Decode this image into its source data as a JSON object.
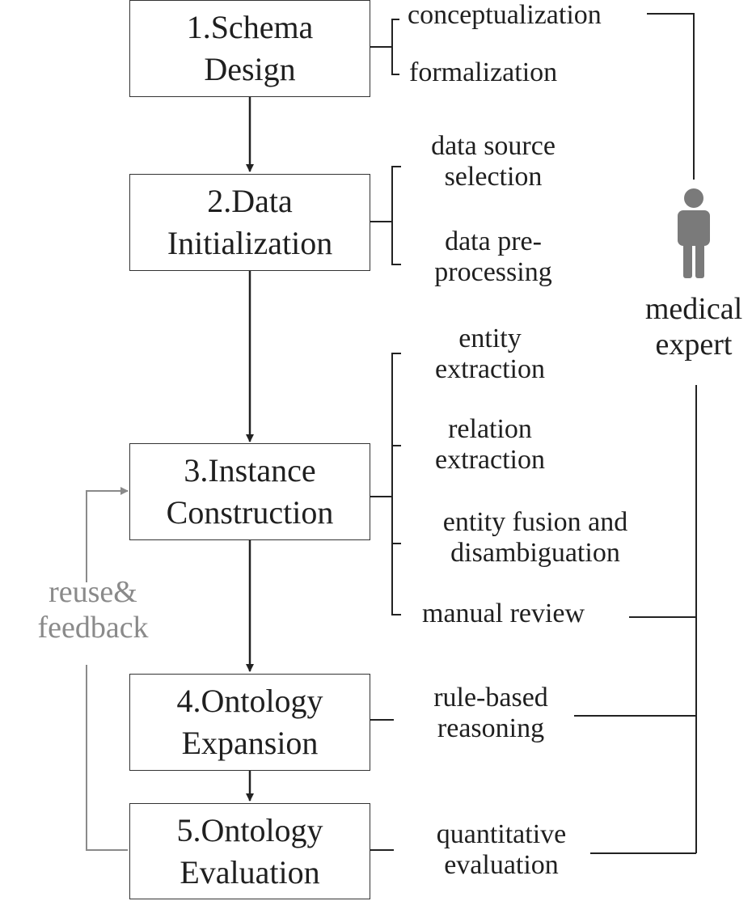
{
  "steps": [
    {
      "line1": "1.Schema",
      "line2": "Design"
    },
    {
      "line1": "2.Data",
      "line2": "Initialization"
    },
    {
      "line1": "3.Instance",
      "line2": "Construction"
    },
    {
      "line1": "4.Ontology",
      "line2": "Expansion"
    },
    {
      "line1": "5.Ontology",
      "line2": "Evaluation"
    }
  ],
  "substeps": {
    "schema": [
      "conceptualization",
      "formalization"
    ],
    "data": [
      {
        "line1": "data source",
        "line2": "selection"
      },
      {
        "line1": "data pre-",
        "line2": "processing"
      }
    ],
    "instance": [
      {
        "line1": "entity",
        "line2": "extraction"
      },
      {
        "line1": "relation",
        "line2": "extraction"
      },
      {
        "line1": "entity fusion and",
        "line2": "disambiguation"
      },
      {
        "line1": "manual review",
        "line2": ""
      }
    ],
    "expansion": {
      "line1": "rule-based",
      "line2": "reasoning"
    },
    "evaluation": {
      "line1": "quantitative",
      "line2": "evaluation"
    }
  },
  "expert": {
    "line1": "medical",
    "line2": "expert",
    "icon": "person-icon"
  },
  "feedback": {
    "line1": "reuse&",
    "line2": "feedback"
  },
  "colors": {
    "ink": "#1f1f1f",
    "line": "#333333",
    "gray": "#8a8a8a",
    "figure": "#7a7a7a"
  }
}
